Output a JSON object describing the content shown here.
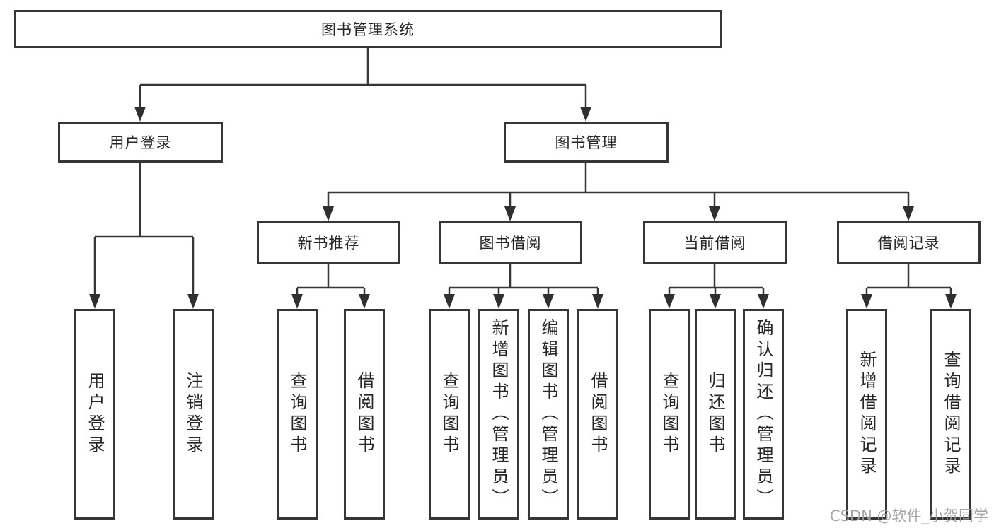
{
  "diagram": {
    "root": "图书管理系统",
    "branches": [
      {
        "label": "用户登录",
        "children": [
          {
            "label": "用户登录"
          },
          {
            "label": "注销登录"
          }
        ]
      },
      {
        "label": "图书管理",
        "children": [
          {
            "label": "新书推荐",
            "children": [
              {
                "label": "查询图书"
              },
              {
                "label": "借阅图书"
              }
            ]
          },
          {
            "label": "图书借阅",
            "children": [
              {
                "label": "查询图书"
              },
              {
                "label": "新增图书（管理员）"
              },
              {
                "label": "编辑图书（管理员）"
              },
              {
                "label": "借阅图书"
              }
            ]
          },
          {
            "label": "当前借阅",
            "children": [
              {
                "label": "查询图书"
              },
              {
                "label": "归还图书"
              },
              {
                "label": "确认归还（管理员）"
              }
            ]
          },
          {
            "label": "借阅记录",
            "children": [
              {
                "label": "新增借阅记录"
              },
              {
                "label": "查询借阅记录"
              }
            ]
          }
        ]
      }
    ]
  },
  "watermark": {
    "text": "CSDN @软件_小贺同学"
  },
  "colors": {
    "line": "#363636",
    "box_border": "#363636",
    "text": "#262626",
    "watermark": "#9e9e9e",
    "background": "#ffffff"
  }
}
